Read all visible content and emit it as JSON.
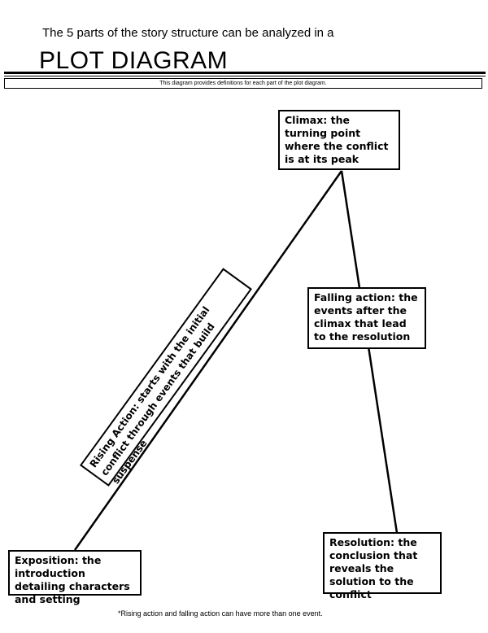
{
  "header": {
    "subtitle": "The 5 parts of the story structure can be analyzed in a",
    "title": "PLOT DIAGRAM",
    "banner": "This diagram provides definitions for each part of the plot diagram."
  },
  "parts": {
    "exposition": "Exposition: the introduction detailing characters and setting",
    "rising_action": "Rising Action: starts with the initial conflict through events that build suspense",
    "climax": "Climax: the turning point where the conflict is at its peak",
    "falling_action": "Falling action: the events after the climax that lead to the resolution",
    "resolution": "Resolution: the conclusion that reveals the solution to the conflict"
  },
  "footnote": "*Rising action and falling action can have more than one event."
}
